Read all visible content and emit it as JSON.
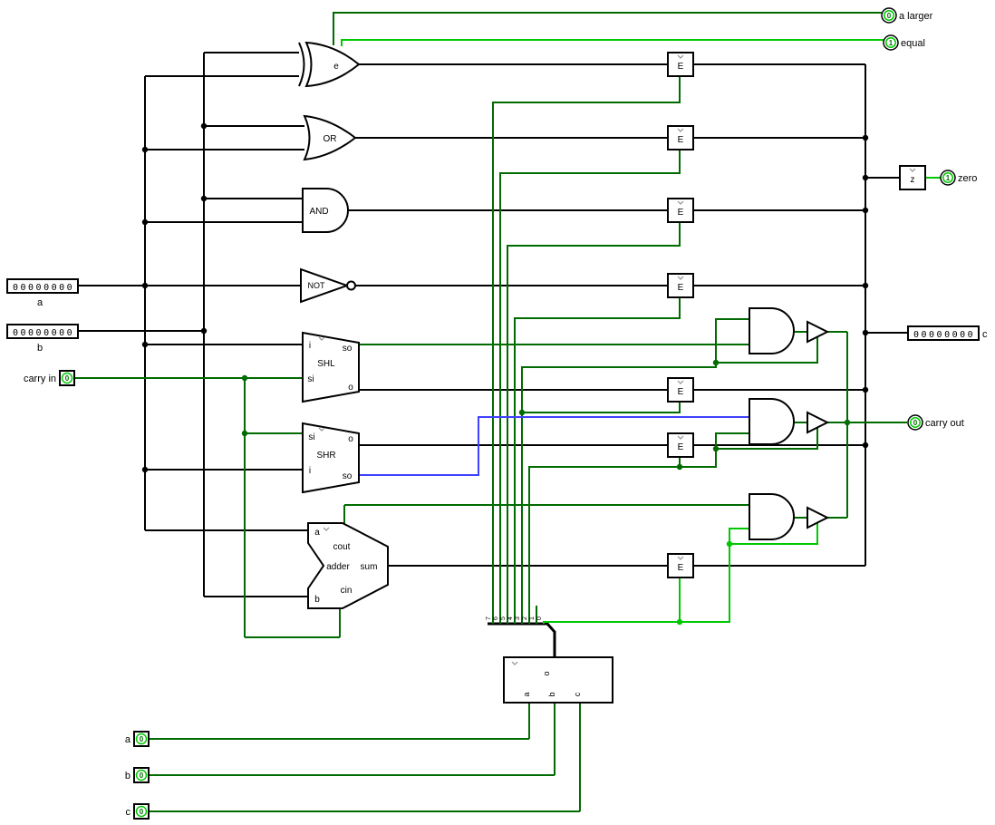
{
  "colors": {
    "bus": "#000000",
    "logic_low": "#006B00",
    "logic_high": "#00C800",
    "floating": "#4040FF"
  },
  "inputs": {
    "a": {
      "value": "00000000",
      "label": "a"
    },
    "b": {
      "value": "00000000",
      "label": "b"
    },
    "carry_in": {
      "value": "0",
      "label": "carry in"
    },
    "sel_a": {
      "value": "0",
      "label": "a"
    },
    "sel_b": {
      "value": "0",
      "label": "b"
    },
    "sel_c": {
      "value": "0",
      "label": "c"
    }
  },
  "outputs": {
    "a_larger": {
      "value": "0",
      "label": "a larger"
    },
    "equal": {
      "value": "1",
      "label": "equal"
    },
    "zero": {
      "value": "1",
      "label": "zero"
    },
    "c": {
      "value": "00000000",
      "label": "c"
    },
    "carry_out": {
      "value": "0",
      "label": "carry out"
    }
  },
  "gates": {
    "comparator": "e",
    "or": "OR",
    "and": "AND",
    "not": "NOT"
  },
  "components": {
    "shl": {
      "label": "SHL",
      "pin_i": "i",
      "pin_so": "so",
      "pin_si": "si",
      "pin_o": "o"
    },
    "shr": {
      "label": "SHR",
      "pin_si": "si",
      "pin_o": "o",
      "pin_i": "i",
      "pin_so": "so"
    },
    "adder": {
      "label": "adder",
      "pin_a": "a",
      "pin_cout": "cout",
      "pin_sum": "sum",
      "pin_b": "b",
      "pin_cin": "cin"
    },
    "enabler": {
      "label": "E"
    },
    "zero_detect": {
      "label": "z"
    },
    "decoder": {
      "pin_o": "o",
      "pin_a": "a",
      "pin_b": "b",
      "pin_c": "c"
    }
  },
  "splitter": {
    "legs": [
      "7",
      "6",
      "5",
      "4",
      "3",
      "2",
      "1",
      "0"
    ]
  }
}
